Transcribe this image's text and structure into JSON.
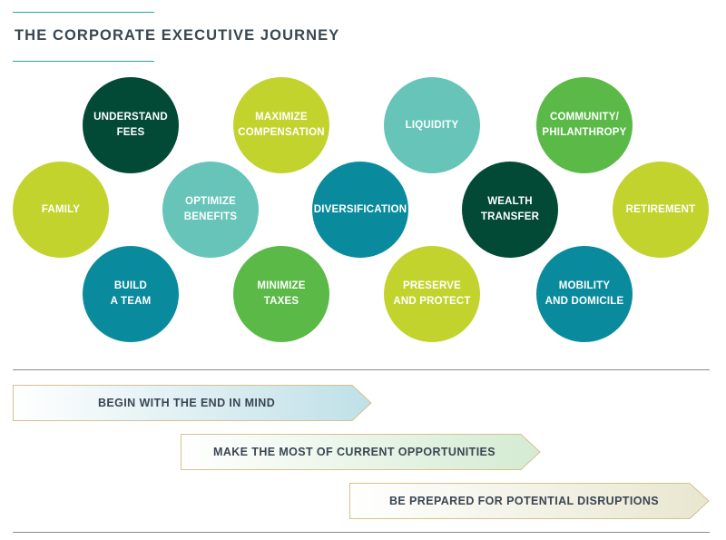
{
  "title": "THE CORPORATE EXECUTIVE JOURNEY",
  "circles": [
    {
      "label": "FAMILY",
      "color": "#c2d32e"
    },
    {
      "label": "UNDERSTAND\nFEES",
      "color": "#024a36"
    },
    {
      "label": "BUILD\nA TEAM",
      "color": "#0a8b9d"
    },
    {
      "label": "OPTIMIZE\nBENEFITS",
      "color": "#66c4b8"
    },
    {
      "label": "MAXIMIZE\nCOMPENSATION",
      "color": "#c2d32e"
    },
    {
      "label": "MINIMIZE\nTAXES",
      "color": "#5ab947"
    },
    {
      "label": "DIVERSIFICATION",
      "color": "#0a8b9d"
    },
    {
      "label": "LIQUIDITY",
      "color": "#66c4b8"
    },
    {
      "label": "PRESERVE\nAND PROTECT",
      "color": "#c2d32e"
    },
    {
      "label": "WEALTH\nTRANSFER",
      "color": "#024a36"
    },
    {
      "label": "COMMUNITY/\nPHILANTHROPY",
      "color": "#5ab947"
    },
    {
      "label": "MOBILITY\nAND DOMICILE",
      "color": "#0a8b9d"
    },
    {
      "label": "RETIREMENT",
      "color": "#c2d32e"
    }
  ],
  "arrows": [
    {
      "label": "BEGIN WITH THE END IN MIND",
      "tint": "#bfe0e7"
    },
    {
      "label": "MAKE THE MOST OF CURRENT OPPORTUNITIES",
      "tint": "#d4ebd2"
    },
    {
      "label": "BE PREPARED FOR POTENTIAL DISRUPTIONS",
      "tint": "#e9e6cf"
    }
  ]
}
